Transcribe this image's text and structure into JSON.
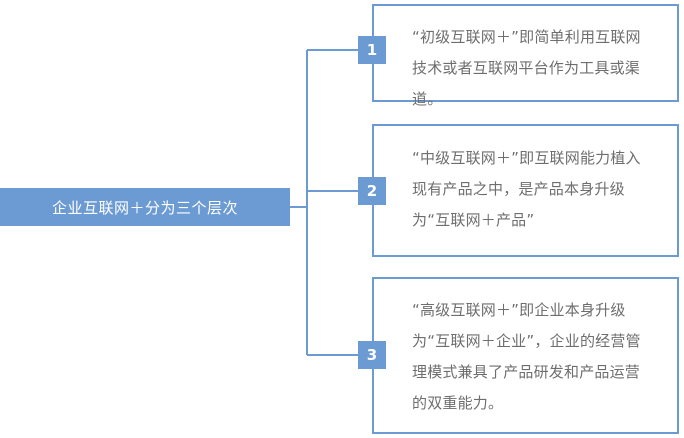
{
  "diagram": {
    "type": "bracket-tree",
    "accent_color": "#6B9BD2",
    "text_color": "#6E6E6E",
    "background_color": "#FFFFFF",
    "root": {
      "label": "企业互联网＋分为三个层次"
    },
    "branches": [
      {
        "number": "1",
        "text": "“初级互联网＋”即简单利用互联网技术或者互联网平台作为工具或渠道。"
      },
      {
        "number": "2",
        "text": "“中级互联网＋”即互联网能力植入现有产品之中，是产品本身升级为“互联网＋产品”"
      },
      {
        "number": "3",
        "text": "“高级互联网＋”即企业本身升级为“互联网＋企业”，企业的经营管理模式兼具了产品研发和产品运营的双重能力。"
      }
    ]
  }
}
